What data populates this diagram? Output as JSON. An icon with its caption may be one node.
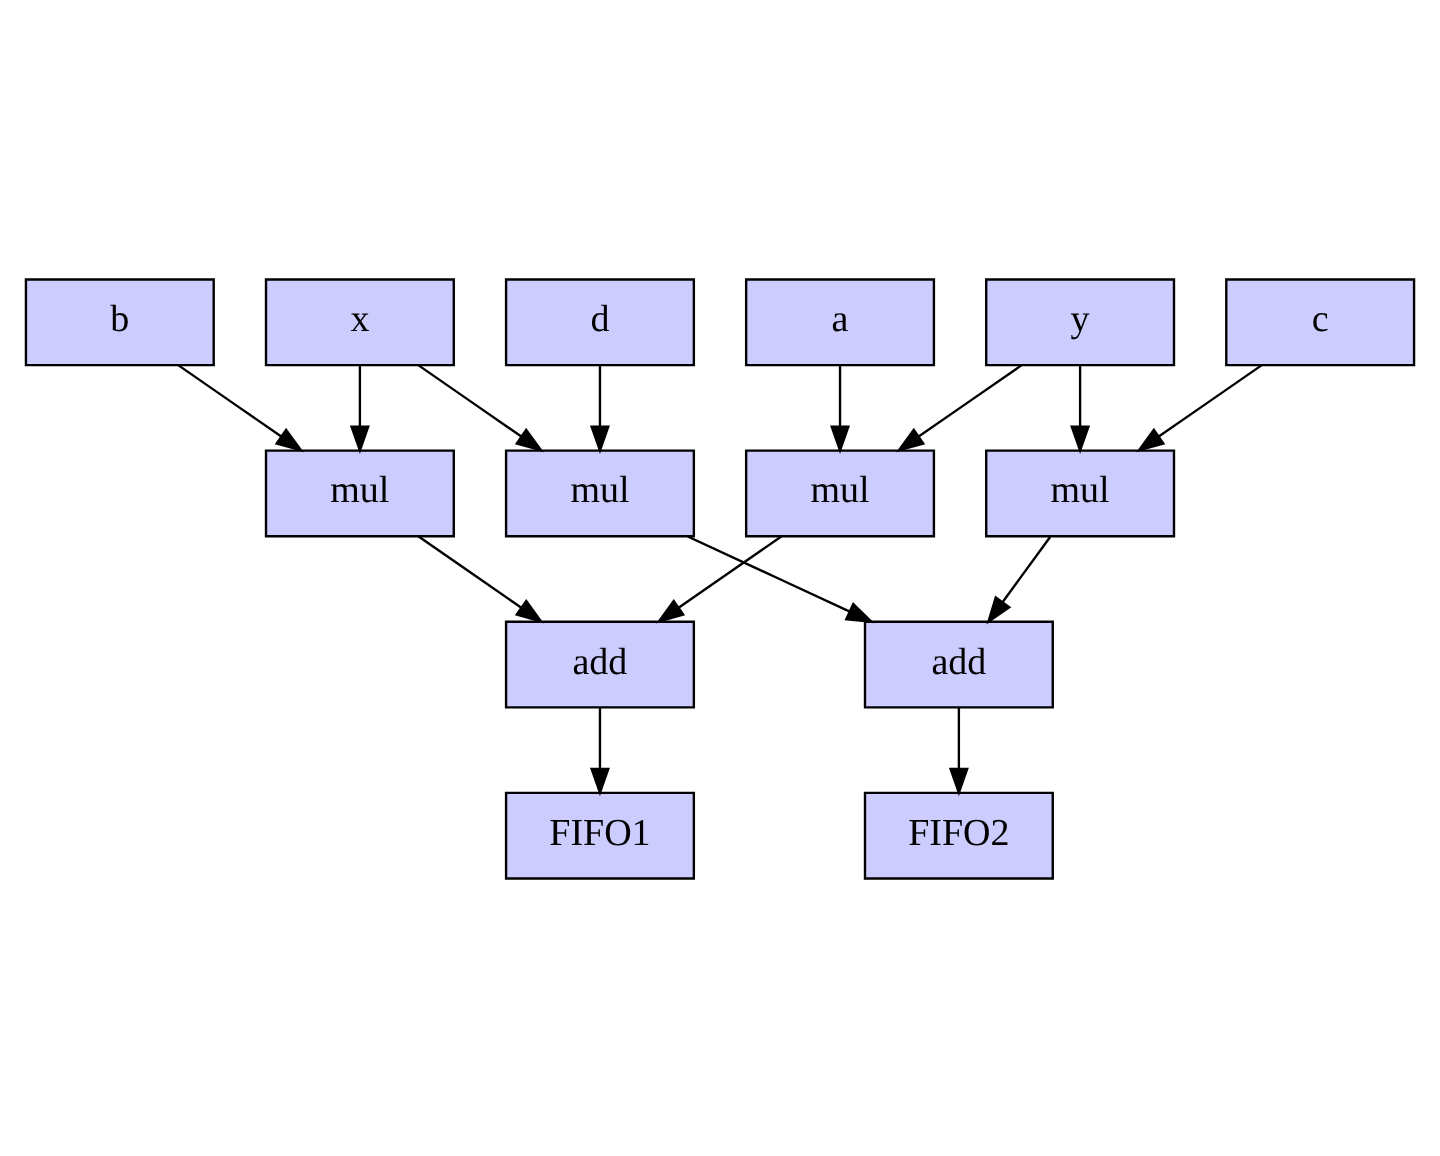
{
  "diagram": {
    "nodes": [
      {
        "text": [
          "x"
        ]
      },
      {
        "text": [
          "y"
        ]
      },
      {
        "text": [
          "a"
        ]
      },
      {
        "text": [
          "c"
        ]
      },
      {
        "text": [
          "b"
        ]
      },
      {
        "text": [
          "d"
        ]
      },
      {
        "text": [
          "mul"
        ]
      },
      {
        "text": [
          "mul"
        ]
      },
      {
        "text": [
          "mul"
        ]
      },
      {
        "text": [
          "mul"
        ]
      },
      {
        "text": [
          "add"
        ]
      },
      {
        "text": [
          "add"
        ]
      },
      {
        "text": [
          "FIFO1"
        ]
      },
      {
        "text": [
          "FIFO2"
        ]
      }
    ],
    "edges": [
      {
        "from": 1,
        "to": 6,
        "arrow": "to"
      },
      {
        "from": 2,
        "to": 6,
        "arrow": "to"
      },
      {
        "from": 1,
        "to": 7,
        "arrow": "to"
      },
      {
        "from": 3,
        "to": 7,
        "arrow": "to"
      },
      {
        "from": 0,
        "to": 8,
        "arrow": "to"
      },
      {
        "from": 4,
        "to": 8,
        "arrow": "to"
      },
      {
        "from": 0,
        "to": 9,
        "arrow": "to"
      },
      {
        "from": 5,
        "to": 9,
        "arrow": "to"
      },
      {
        "from": 6,
        "to": 10,
        "arrow": "to"
      },
      {
        "from": 8,
        "to": 10,
        "arrow": "to"
      },
      {
        "from": 7,
        "to": 11,
        "arrow": "to"
      },
      {
        "from": 9,
        "to": 11,
        "arrow": "to"
      },
      {
        "from": 10,
        "to": 12,
        "arrow": "to"
      },
      {
        "from": 11,
        "to": 13,
        "arrow": "to"
      }
    ]
  }
}
